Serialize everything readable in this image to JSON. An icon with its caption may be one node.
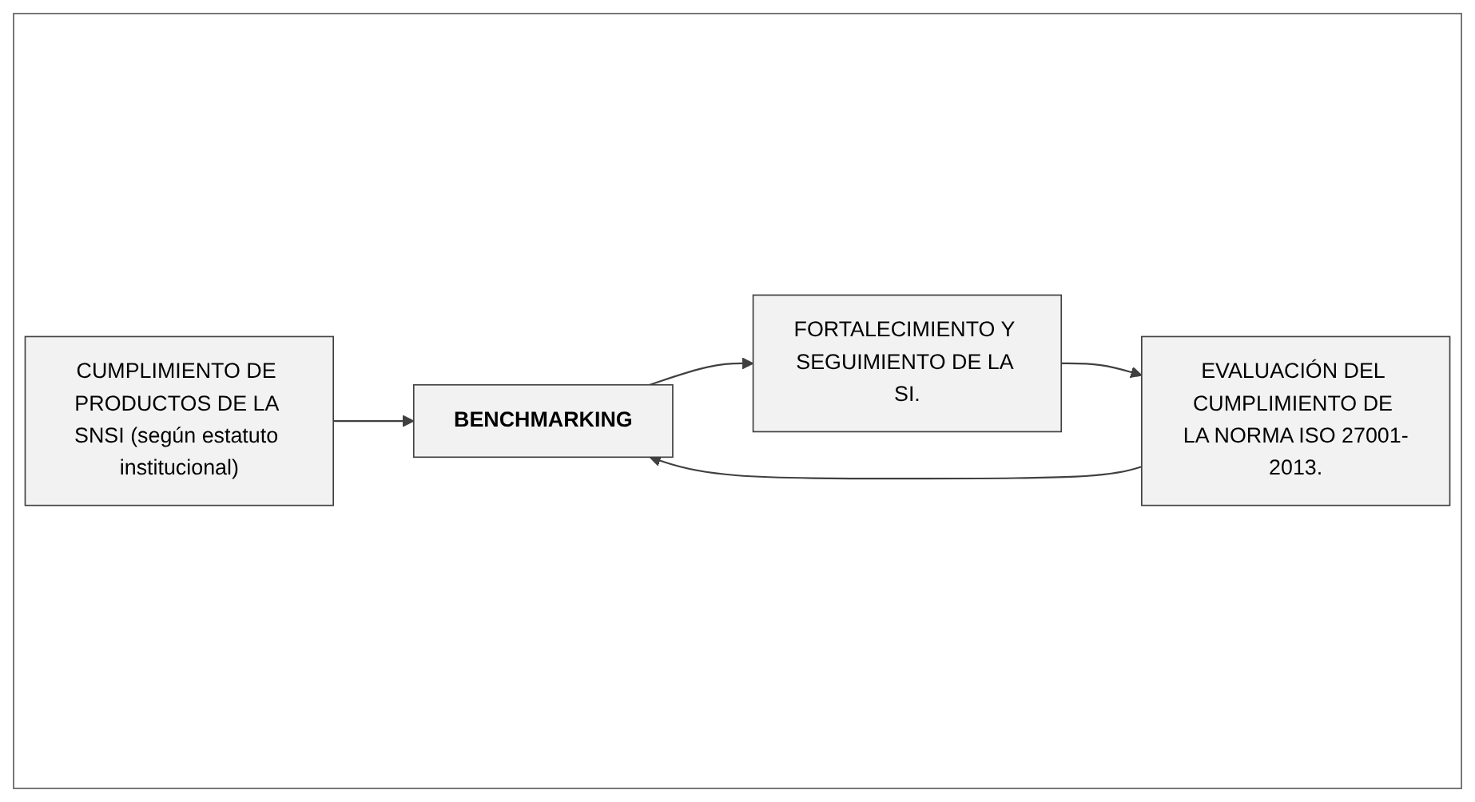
{
  "diagram": {
    "nodes": [
      {
        "text": [
          "CUMPLIMIENTO DE PRODUCTOS DE LA SNSI (según estatuto institucional)"
        ]
      },
      {
        "text": [
          "EVALUACIÓN DEL CUMPLIMIENTO DE LA NORMA ISO 27001-2013."
        ]
      },
      {
        "text": [
          "BENCHMARKING"
        ]
      },
      {
        "text": [
          "FORTALECIMIENTO Y SEGUIMIENTO DE LA SI."
        ]
      }
    ],
    "edges": [
      {
        "from": 0,
        "to": 2,
        "arrow": "to"
      },
      {
        "from": 1,
        "to": 2,
        "arrow": "to"
      },
      {
        "from": 2,
        "to": 3,
        "arrow": "to"
      },
      {
        "from": 3,
        "to": 1,
        "arrow": "to"
      }
    ]
  }
}
